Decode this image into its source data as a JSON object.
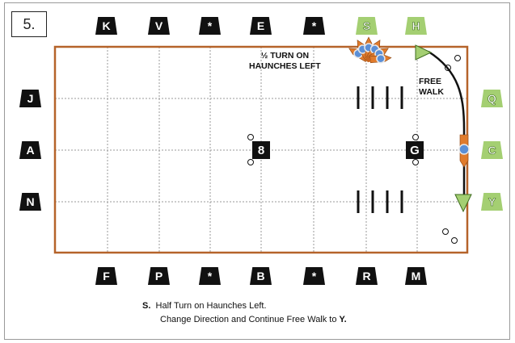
{
  "step_number": "5.",
  "letters": {
    "top": [
      {
        "text": "K",
        "style": "dark"
      },
      {
        "text": "V",
        "style": "dark"
      },
      {
        "text": "*",
        "style": "dark"
      },
      {
        "text": "E",
        "style": "dark"
      },
      {
        "text": "*",
        "style": "dark"
      },
      {
        "text": "S",
        "style": "green"
      },
      {
        "text": "H",
        "style": "green"
      }
    ],
    "bottom": [
      {
        "text": "F",
        "style": "dark"
      },
      {
        "text": "P",
        "style": "dark"
      },
      {
        "text": "*",
        "style": "dark"
      },
      {
        "text": "B",
        "style": "dark"
      },
      {
        "text": "*",
        "style": "dark"
      },
      {
        "text": "R",
        "style": "dark"
      },
      {
        "text": "M",
        "style": "dark"
      }
    ],
    "left": [
      {
        "text": "J",
        "style": "dark"
      },
      {
        "text": "A",
        "style": "dark"
      },
      {
        "text": "N",
        "style": "dark"
      }
    ],
    "right": [
      {
        "text": "Q",
        "style": "green"
      },
      {
        "text": "C",
        "style": "green"
      },
      {
        "text": "Y",
        "style": "green"
      }
    ]
  },
  "markers": {
    "center": "8",
    "g": "G"
  },
  "annotations": {
    "half_turn_line1": "½ TURN ON",
    "half_turn_line2": "HAUNCHES LEFT",
    "free_walk_line1": "FREE",
    "free_walk_line2": "WALK"
  },
  "caption": {
    "prefix": "S.",
    "line1": "Half Turn on Haunches Left.",
    "line2_text": "Change Direction and Continue Free Walk to ",
    "line2_bold": "Y."
  },
  "colors": {
    "arena_border": "#b5632a",
    "grid": "#9a9a9a",
    "green_letter": "#a4cf72",
    "horse": "#e07b2c",
    "rider": "#5b8fd6"
  }
}
